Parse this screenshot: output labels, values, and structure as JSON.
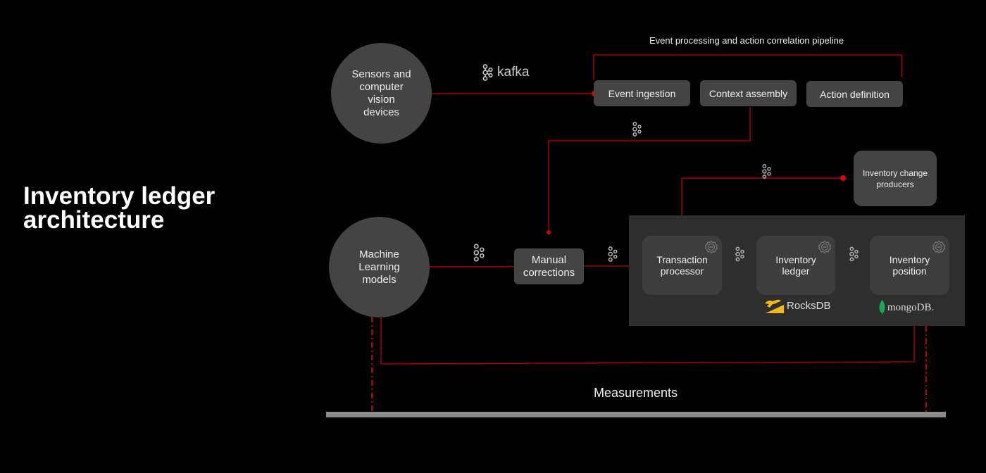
{
  "title": "Inventory ledger architecture",
  "title_lines": [
    "Inventory ledger",
    "architecture"
  ],
  "pipeline": {
    "label": "Event processing and action correlation pipeline",
    "stages": [
      "Event ingestion",
      "Context assembly",
      "Action definition"
    ]
  },
  "nodes": {
    "sensors": "Sensors and computer vision devices",
    "ml_models": "Machine Learning models",
    "manual_corrections": "Manual corrections",
    "inventory_change_producers": "Inventory change producers"
  },
  "services": [
    {
      "label": "Transaction processor",
      "icon": "api-gear-icon"
    },
    {
      "label": "Inventory ledger",
      "icon": "api-gear-icon",
      "store": "RocksDB"
    },
    {
      "label": "Inventory position",
      "icon": "api-gear-icon",
      "store": "mongoDB."
    }
  ],
  "logos": {
    "kafka": "kafka",
    "rocksdb": "RocksDB",
    "mongodb": "mongoDB."
  },
  "measurements_label": "Measurements",
  "colors": {
    "background": "#000000",
    "node_fill": "#444444",
    "panel_fill": "#2e2e2e",
    "connector": "#b00000",
    "connector_dot": "#e00000",
    "measure_bar": "#8a8a8a",
    "rocksdb_yellow": "#f2b81a",
    "mongodb_green": "#13aa52"
  }
}
